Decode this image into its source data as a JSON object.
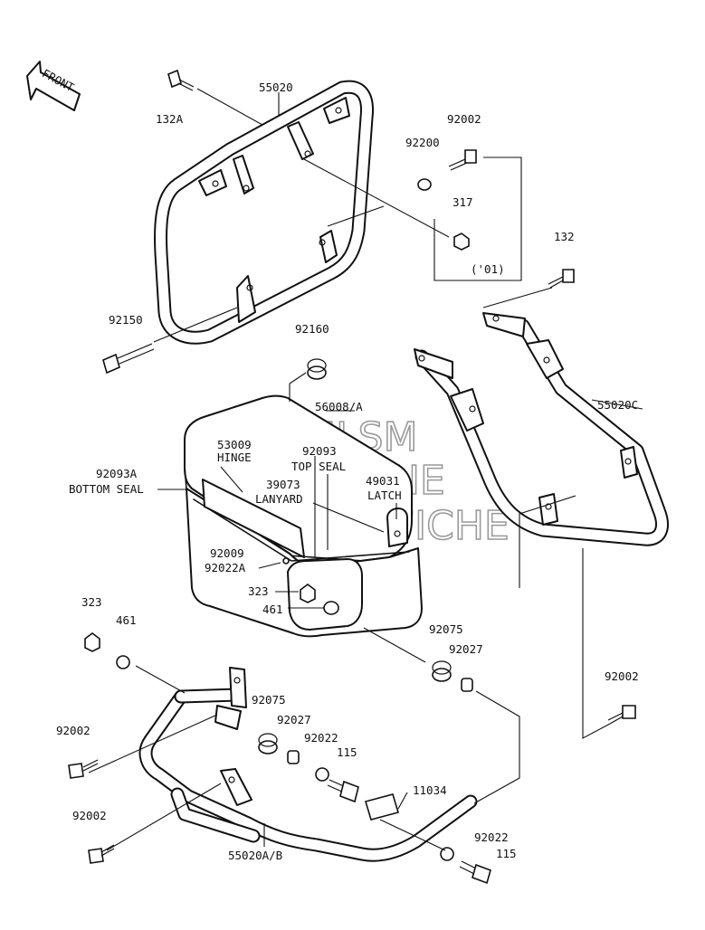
{
  "front_arrow": {
    "label": "FRONT"
  },
  "watermark": {
    "line1": "HLSM",
    "line2": "ONLINE",
    "line3": "MICROFICHE"
  },
  "labels": {
    "p132A": "132A",
    "p55020": "55020",
    "p92002_top": "92002",
    "p92200": "92200",
    "p317": "317",
    "p01": "('01)",
    "p132": "132",
    "p92150": "92150",
    "p92160": "92160",
    "p55020C": "55020C",
    "p56008": "56008/A",
    "p53009": "53009",
    "p53009_desc": "HINGE",
    "p92093": "92093",
    "p92093_desc": "TOP SEAL",
    "p92093A": "92093A",
    "p92093A_desc": "BOTTOM SEAL",
    "p39073": "39073",
    "p39073_desc": "LANYARD",
    "p49031": "49031",
    "p49031_desc": "LATCH",
    "p92009": "92009",
    "p92022A": "92022A",
    "p323_mid": "323",
    "p461_mid": "461",
    "p323_left": "323",
    "p461_left": "461",
    "p92075_right": "92075",
    "p92027_right": "92027",
    "p92002_right": "92002",
    "p92075_left": "92075",
    "p92027_left": "92027",
    "p92022_mid": "92022",
    "p115_mid": "115",
    "p92002_left1": "92002",
    "p11034": "11034",
    "p92002_left2": "92002",
    "p92022_low": "92022",
    "p115_low": "115",
    "p55020AB": "55020A/B"
  }
}
